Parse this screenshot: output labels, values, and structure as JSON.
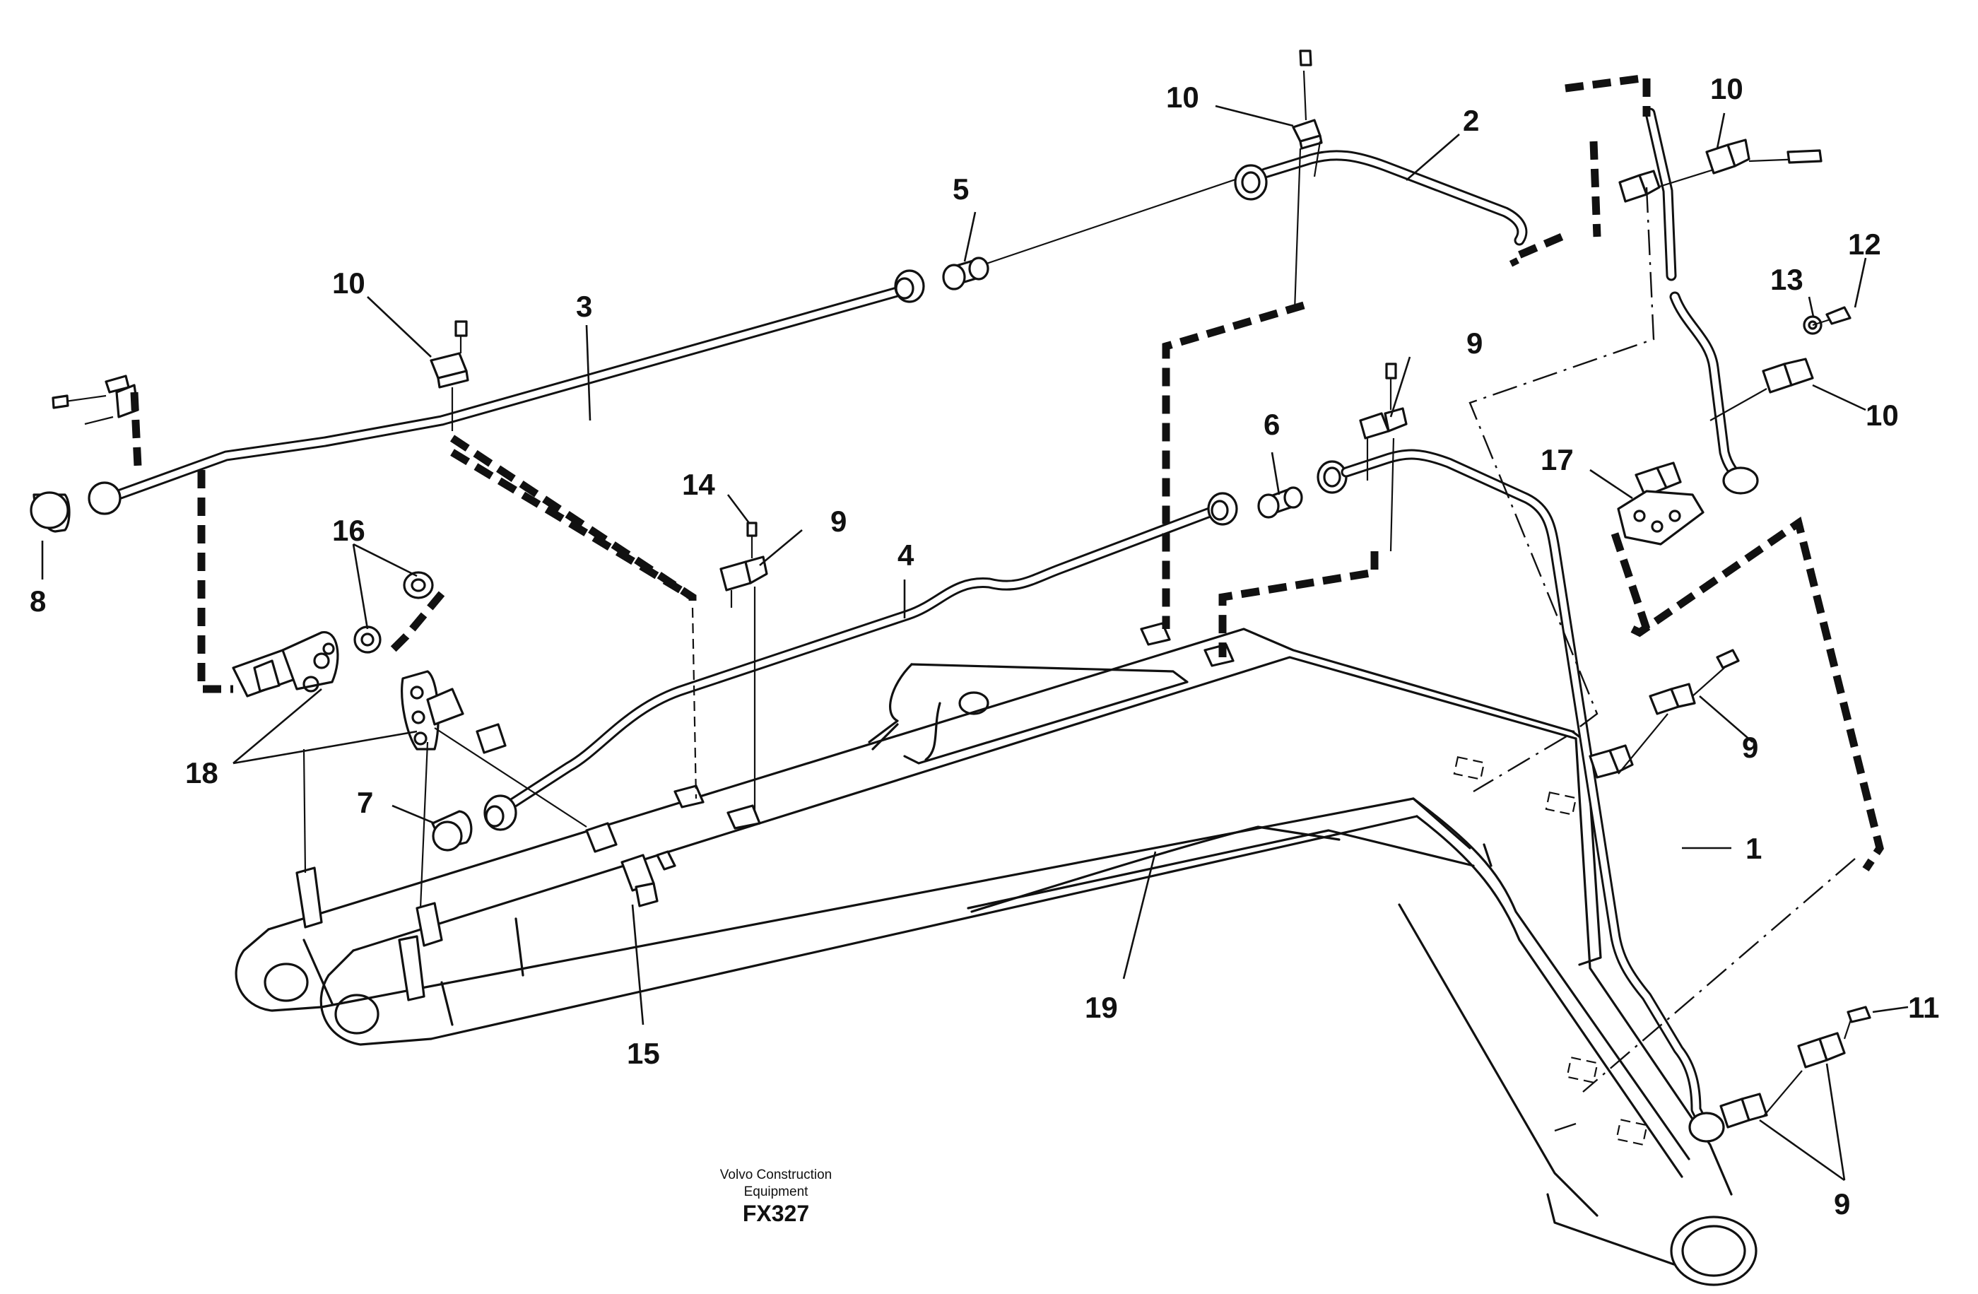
{
  "callouts": {
    "c1": "1",
    "c2": "2",
    "c3": "3",
    "c4": "4",
    "c5": "5",
    "c6": "6",
    "c7": "7",
    "c8": "8",
    "c9a": "9",
    "c9b": "9",
    "c9c": "9",
    "c10a": "10",
    "c10b": "10",
    "c10c": "10",
    "c10d": "10",
    "c11": "11",
    "c12": "12",
    "c13": "13",
    "c14": "14",
    "c15": "15",
    "c16": "16",
    "c17": "17",
    "c18": "18",
    "c19": "19"
  },
  "caption": {
    "line1": "Volvo Construction",
    "line2": "Equipment",
    "code": "FX327"
  }
}
